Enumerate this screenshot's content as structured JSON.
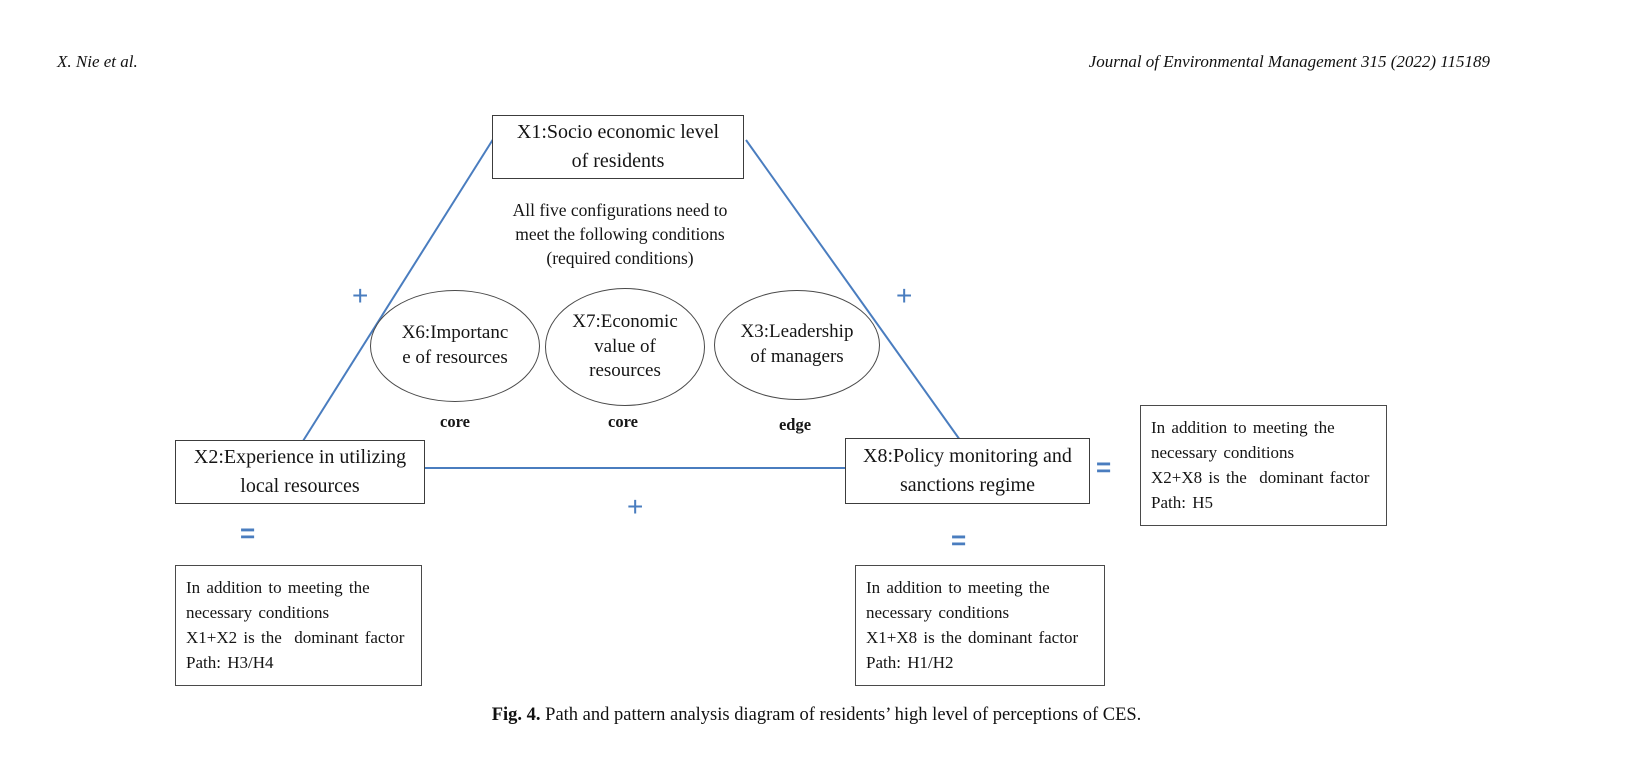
{
  "page": {
    "header_left": "X. Nie et al.",
    "header_right": "Journal of Environmental Management 315 (2022) 115189",
    "caption_label": "Fig. 4.",
    "caption_text": " Path and pattern analysis diagram of residents’ high level of perceptions of CES."
  },
  "diagram": {
    "accent_color": "#4a7dbf",
    "x1_box": "X1:Socio economic level\nof residents",
    "center_note": "All five configurations need to\nmeet the following conditions\n(required conditions)",
    "ellipse_x6": "X6:Importanc\ne of resources",
    "ellipse_x7": "X7:Economic\nvalue of\nresources",
    "ellipse_x3": "X3:Leadership\nof managers",
    "tag_x6": "core",
    "tag_x7": "core",
    "tag_x3": "edge",
    "x2_box": "X2:Experience in utilizing\nlocal resources",
    "x8_box": "X8:Policy monitoring and\nsanctions regime",
    "plus": "+",
    "equals": "=",
    "annot_x1x2": "In addition to meeting the\nnecessary conditions\nX1+X2 is the  dominant factor\nPath: H3/H4",
    "annot_x1x8": "In addition to meeting the\nnecessary conditions\nX1+X8 is the dominant factor\nPath: H1/H2",
    "annot_x2x8": "In addition to meeting the\nnecessary conditions\nX2+X8 is the  dominant factor\nPath: H5"
  }
}
